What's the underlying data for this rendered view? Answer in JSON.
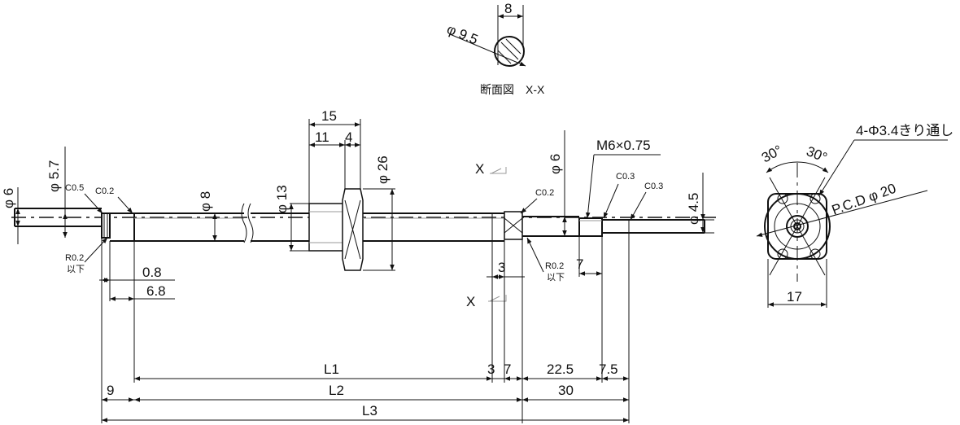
{
  "section": {
    "width": "8",
    "dia": "φ 9.5",
    "caption": "断面図　X-X"
  },
  "shaft": {
    "dia_6_left": "φ 6",
    "dia_5_7": "φ 5.7",
    "dia_8": "φ 8",
    "dia_13": "φ 13",
    "dia_26": "φ 26",
    "dia_6_right": "φ 6",
    "dia_4_5": "φ 4.5",
    "c05": "C0.5",
    "c02_left": "C0.2",
    "c02_mid": "C0.2",
    "c03_a": "C0.3",
    "c03_b": "C0.3",
    "r02_left": "R0.2",
    "r02_left_sub": "以下",
    "r02_right": "R0.2",
    "r02_right_sub": "以下",
    "thread": "M6×0.75",
    "section_mark_top": "X",
    "section_mark_bottom": "X"
  },
  "dims": {
    "nut_15": "15",
    "nut_11": "11",
    "nut_4": "4",
    "d_0_8": "0.8",
    "d_6_8": "6.8",
    "d_3_small": "3",
    "d_7_small": "7",
    "L1": "L1",
    "L2": "L2",
    "L3": "L3",
    "d_9": "9",
    "d_3": "3",
    "d_7": "7",
    "d_22_5": "22.5",
    "d_7_5": "7.5",
    "d_30": "30"
  },
  "end_view": {
    "holes": "4-Φ3.4きり通し",
    "pcd": "P.C.D φ 20",
    "angle_left": "30°",
    "angle_right": "30°",
    "width": "17"
  }
}
